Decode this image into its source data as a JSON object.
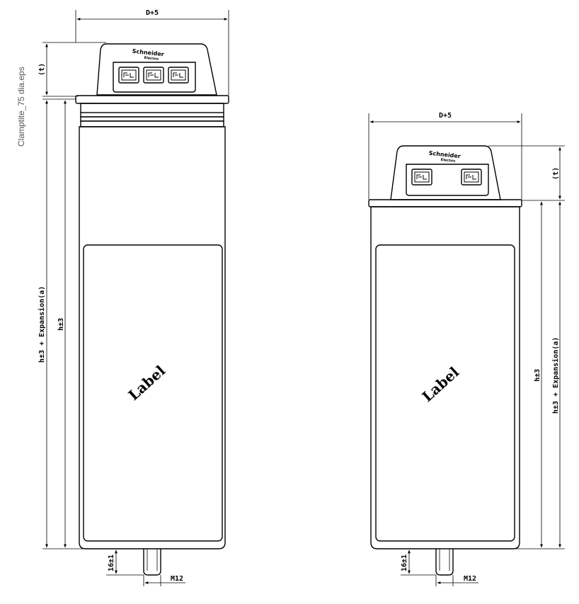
{
  "file_label": "Clamptite_75 dia.eps",
  "logo": {
    "brand": "Schneider",
    "sub": "Electric"
  },
  "left_unit": {
    "top_width_dim": "D+5",
    "cap_height_dim": "(t)",
    "body_height_dim": "h±3",
    "total_height_dim": "h±3 + Expansion(a)",
    "label_text": "Label",
    "stud_height_dim": "16±1",
    "stud_thread_dim": "M12",
    "terminal_count": 3
  },
  "right_unit": {
    "top_width_dim": "D+5",
    "cap_height_dim": "(t)",
    "body_height_dim": "h±3",
    "total_height_dim": "h±3 + Expansion(a)",
    "label_text": "Label",
    "stud_height_dim": "16±1",
    "stud_thread_dim": "M12",
    "terminal_count": 2
  }
}
